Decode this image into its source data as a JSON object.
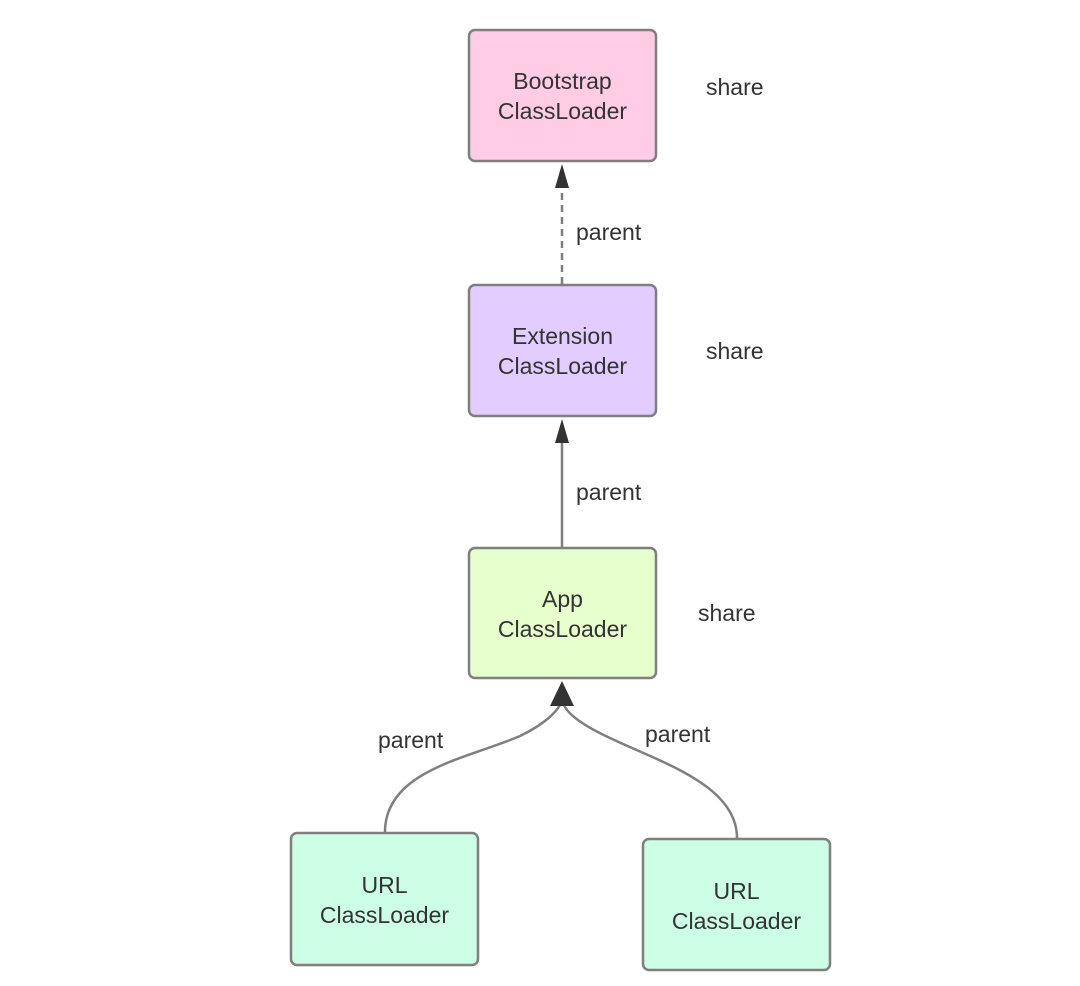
{
  "diagram": {
    "nodes": {
      "bootstrap": {
        "line1": "Bootstrap",
        "line2": "ClassLoader",
        "fill": "#ffcce6"
      },
      "extension": {
        "line1": "Extension",
        "line2": "ClassLoader",
        "fill": "#e3ccff"
      },
      "app": {
        "line1": "App",
        "line2": "ClassLoader",
        "fill": "#e6ffcc"
      },
      "url_left": {
        "line1": "URL",
        "line2": "ClassLoader",
        "fill": "#ccffe6"
      },
      "url_right": {
        "line1": "URL",
        "line2": "ClassLoader",
        "fill": "#ccffe6"
      }
    },
    "share_labels": {
      "bootstrap": "share",
      "extension": "share",
      "app": "share"
    },
    "edges": {
      "extension_to_bootstrap": {
        "label": "parent",
        "style": "dashed"
      },
      "app_to_extension": {
        "label": "parent",
        "style": "solid"
      },
      "url_left_to_app": {
        "label": "parent",
        "style": "solid"
      },
      "url_right_to_app": {
        "label": "parent",
        "style": "solid"
      }
    },
    "colors": {
      "stroke": "#7f7f7f",
      "arrow": "#333333",
      "text": "#333333"
    }
  }
}
